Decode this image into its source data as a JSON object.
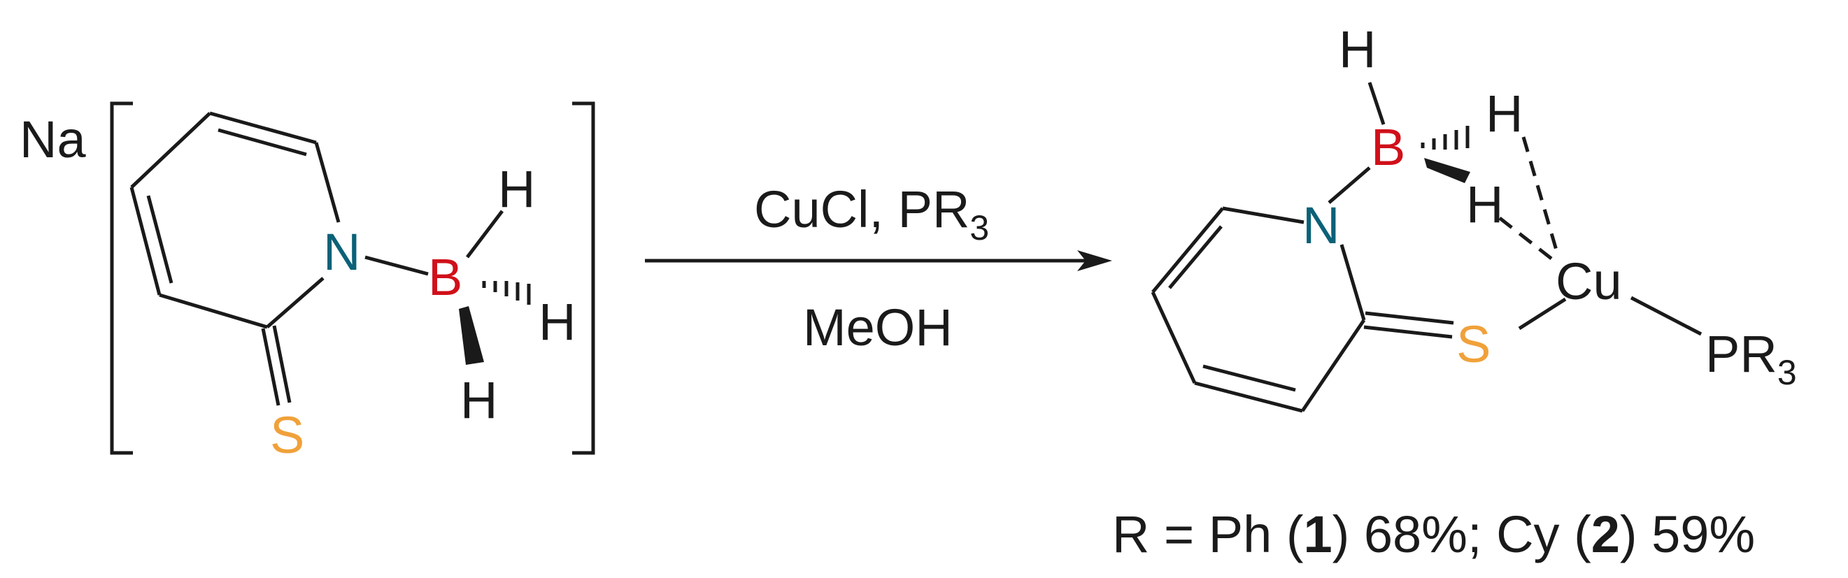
{
  "colors": {
    "nitrogen": "#0b6177",
    "boron": "#d0101a",
    "sulfur": "#f0a13a",
    "ink": "#1a1a1a"
  },
  "reactant": {
    "counterion": "Na",
    "N": "N",
    "B": "B",
    "S": "S",
    "H_top": "H",
    "H_right": "H",
    "H_bottom": "H"
  },
  "conditions": {
    "reagents": "CuCl, PR",
    "reagents_subscript": "3",
    "solvent": "MeOH"
  },
  "product": {
    "N": "N",
    "B": "B",
    "S": "S",
    "Cu": "Cu",
    "H_top": "H",
    "H_right": "H",
    "H_bridge": "H",
    "PR3_text": "PR",
    "PR3_subscript": "3"
  },
  "yields": {
    "prefix": "R = Ph (",
    "compound1": "1",
    "mid1": ") 68%; Cy (",
    "compound2": "2",
    "suffix": ") 59%"
  }
}
